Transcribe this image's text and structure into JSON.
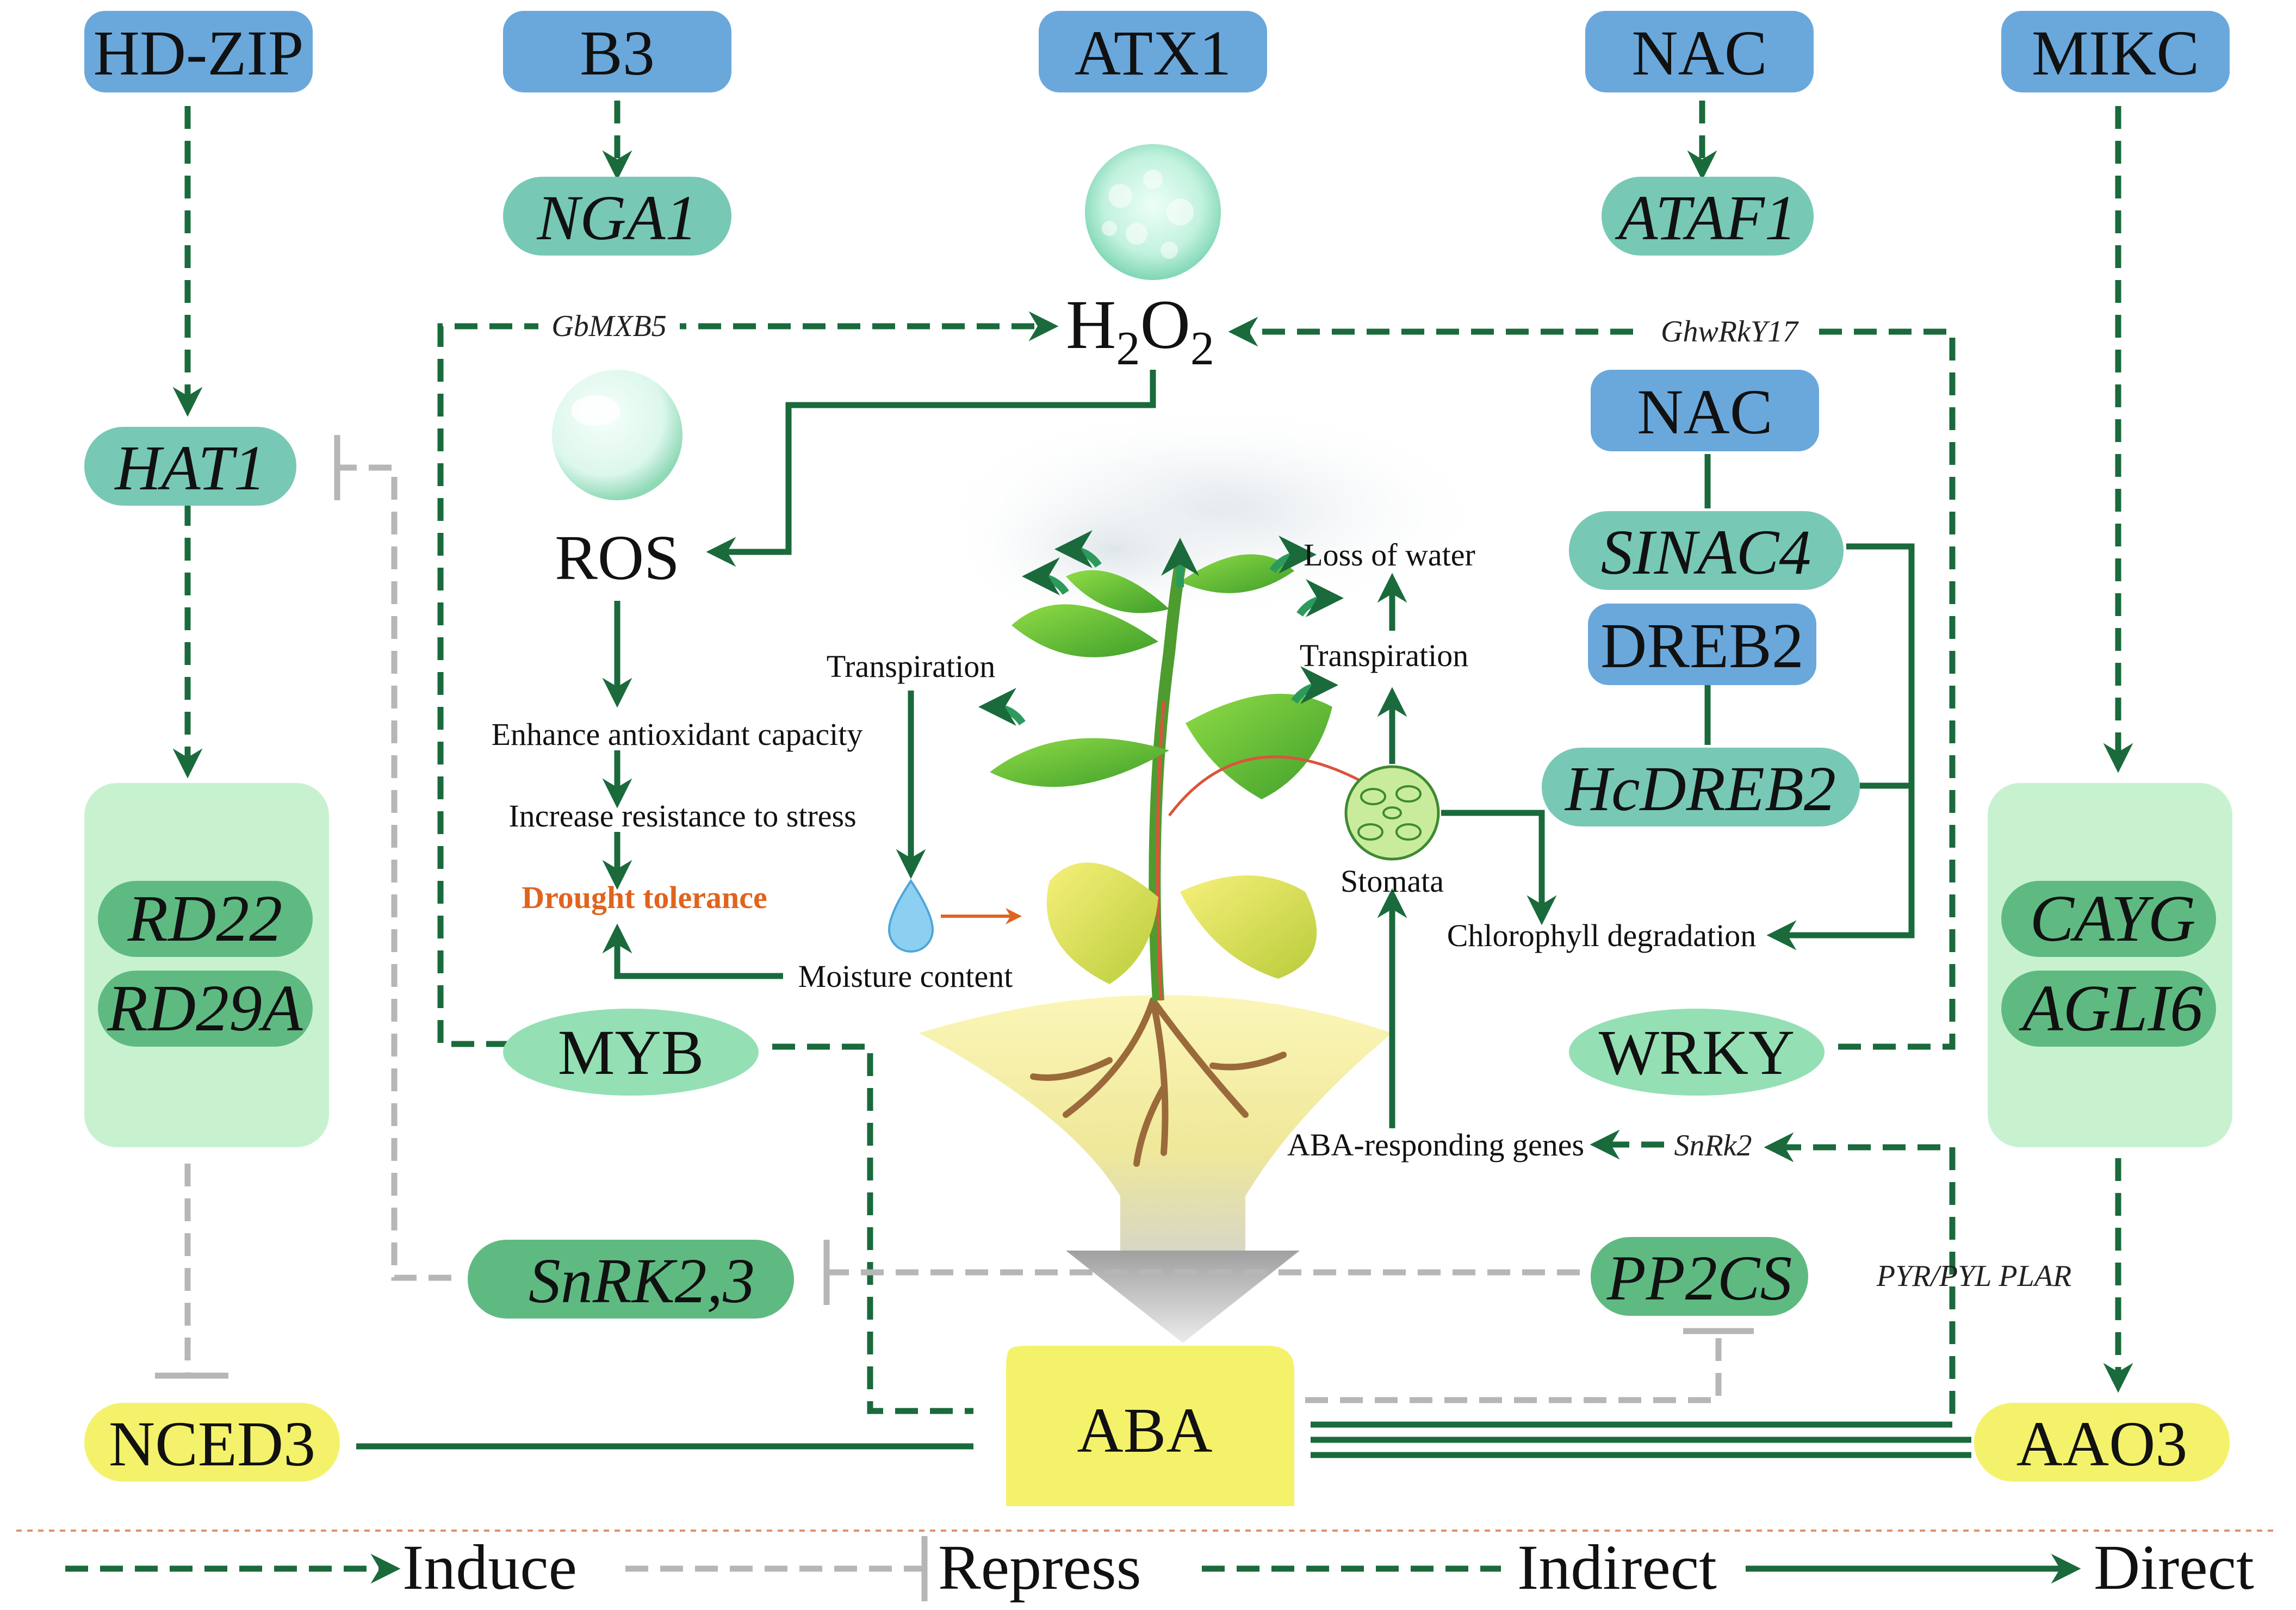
{
  "colors": {
    "tf_blue": "#6aa8dc",
    "gene_teal": "#78c8b6",
    "gene_green": "#5fba82",
    "light_green_box": "#c8f2cf",
    "myb_ellipse": "#94e0b4",
    "yellow": "#f4f26a",
    "arrow_green": "#1a6a3c",
    "repress_gray": "#b6b6b6",
    "drought_orange": "#e0641e"
  },
  "transcription_factors": {
    "hdzip": "HD-ZIP",
    "b3": "B3",
    "atx1": "ATX1",
    "nac_top": "NAC",
    "mikc": "MIKC",
    "nac_mid": "NAC",
    "dreb2": "DREB2"
  },
  "genes": {
    "nga1": "NGA1",
    "ataf1": "ATAF1",
    "hat1": "HAT1",
    "rd22": "RD22",
    "rd29a": "RD29A",
    "cayg": "CAYG",
    "agli6": "AGLI6",
    "sinac4": "SINAC4",
    "hcdreb2": "HcDREB2",
    "snrk23": "SnRK2,3",
    "pp2cs": "PP2CS"
  },
  "nodes": {
    "h2o2": {
      "base": "H",
      "sub1": "2",
      "mid": "O",
      "sub2": "2"
    },
    "ros": "ROS",
    "myb": "MYB",
    "wrky": "WRKY",
    "aba": "ABA",
    "nced3": "NCED3",
    "aao3": "AAO3"
  },
  "edge_labels": {
    "gbmxb5": "GbMXB5",
    "ghwrky17": "GhwRkY17",
    "snrk2": "SnRk2",
    "pyr": "PYR/PYL PLAR"
  },
  "process_labels": {
    "enhance": "Enhance antioxidant capacity",
    "increase": "Increase resistance to stress",
    "drought": "Drought tolerance",
    "moisture": "Moisture content",
    "transpiration_left": "Transpiration",
    "transpiration_right": "Transpiration",
    "loss_water": "Loss of water",
    "stomata": "Stomata",
    "chlorophyll": "Chlorophyll degradation",
    "aba_genes": "ABA-responding genes"
  },
  "legend": {
    "induce": "Induce",
    "repress": "Repress",
    "indirect": "Indirect",
    "direct": "Direct"
  }
}
